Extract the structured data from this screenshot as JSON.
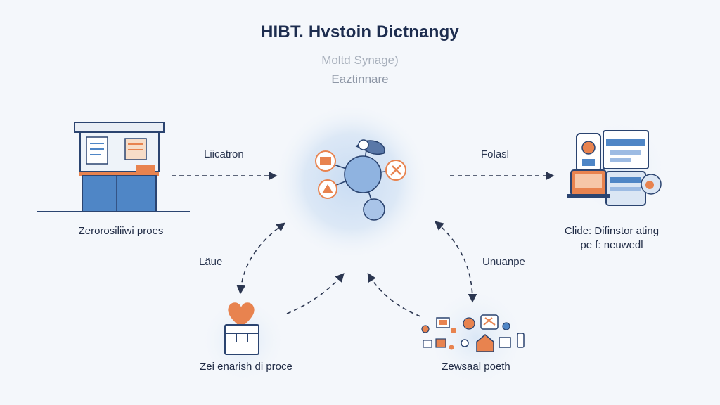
{
  "header": {
    "title": "HIBT. Hvstoin Dictnangy",
    "subtitle_line1": "Moltd Synage)",
    "subtitle_line2": "Eaztinnare"
  },
  "flows": {
    "left_top": "Liicatron",
    "right_top": "Folasl",
    "left_bottom": "Läue",
    "right_bottom": "Unuanpe"
  },
  "nodes": {
    "left_caption": "Zerorosiliiwi proes",
    "right_caption_line1": "Clide: Difinstor ating",
    "right_caption_line2": "pe f: neuwedl",
    "bottom_left_caption": "Zei enarish di proce",
    "bottom_right_caption": "Zewsaal poeth"
  },
  "colors": {
    "accent_blue": "#4f86c6",
    "accent_orange": "#e8834f",
    "navy": "#1d2d4f",
    "glow": "#dbe8f7"
  },
  "icons": [
    "store-icon",
    "network-hub-icon",
    "devices-icon",
    "heart-box-icon",
    "gears-cluster-icon"
  ]
}
